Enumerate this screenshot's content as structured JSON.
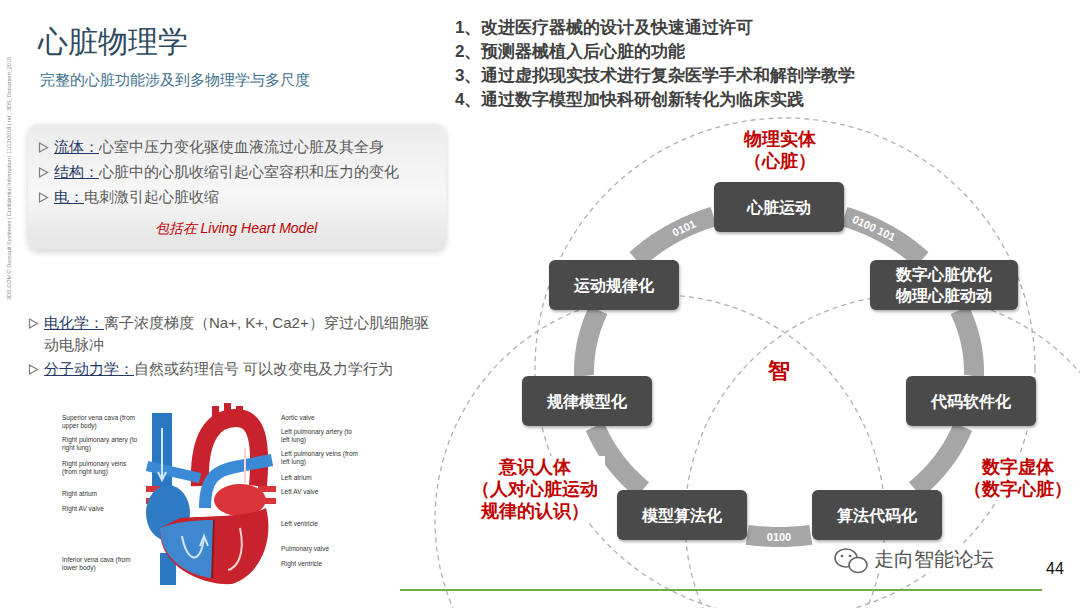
{
  "diagram": {
    "title": "心脏物理学",
    "nodes": [
      {
        "text": [
          "流体：",
          "心室中压力变化驱使血液流过心脏及其全身",
          "结构：",
          "心脏中的心肌收缩引起心室容积和压力的变化",
          "电：",
          "电刺激引起心脏收缩",
          "包括在 Living Heart Model"
        ]
      },
      {
        "text": [
          "心脏运动"
        ]
      },
      {
        "text": [
          "数字心脏优化 物理心脏动动"
        ]
      },
      {
        "text": [
          "代码软件化"
        ]
      },
      {
        "text": [
          "算法代码化"
        ]
      },
      {
        "text": [
          "模型算法化"
        ]
      },
      {
        "text": [
          "规律模型化"
        ]
      },
      {
        "text": [
          "运动规律化"
        ]
      }
    ],
    "edges": [
      {
        "from": 1,
        "to": 2,
        "arrow": "none",
        "label": "0100 101"
      },
      {
        "from": 2,
        "to": 3,
        "arrow": "none"
      },
      {
        "from": 3,
        "to": 4,
        "arrow": "none"
      },
      {
        "from": 4,
        "to": 5,
        "arrow": "none",
        "label": "0100"
      },
      {
        "from": 5,
        "to": 6,
        "arrow": "none"
      },
      {
        "from": 6,
        "to": 7,
        "arrow": "none"
      },
      {
        "from": 7,
        "to": 1,
        "arrow": "none",
        "label": "0101"
      }
    ],
    "labels": [
      "完整的心脏功能涉及到多物理学与多尺度",
      "电化学：",
      "离子浓度梯度（Na+, K+, Ca2+）穿过心肌细胞驱动电脉冲",
      "分子动力学：",
      "自然或药理信号 可以改变电及力学行为",
      "3DS.COM © Dassault Systèmes | Confidential Information | 11/12/2018 | ref.: 3DS_Document_2015",
      "Superior vena cava (from upper body)",
      "Right pulmonary artery (to right lung)",
      "Right pulmonary veins (from right lung)",
      "Right atrium",
      "Right AV valve",
      "Inferior vena cava (from lower body)",
      "Aortic valve",
      "Left pulmonary artery (to left lung)",
      "Left pulmonary veins (from left lung)",
      "Left atrium",
      "Left AV valve",
      "Left ventricle",
      "Pulmonary valve",
      "Right ventricle",
      "1、改进医疗器械的设计及快速通过许可",
      "2、预测器械植入后心脏的功能",
      "3、通过虚拟现实技术进行复杂医学手术和解剖学教学",
      "4、通过数字模型加快科研创新转化为临床实践",
      "物理实体 （心脏）",
      "意识人体 （人对心脏运动 规律的认识）",
      "数字虚体 （数字心脏）",
      "智",
      "走向智能论坛",
      "44"
    ]
  }
}
